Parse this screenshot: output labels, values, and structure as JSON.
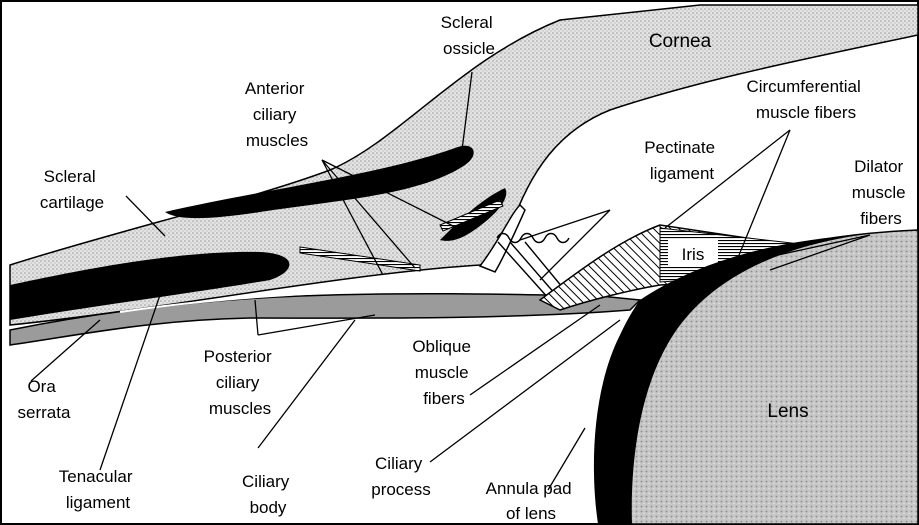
{
  "labels": {
    "scleral_ossicle": [
      "Scleral",
      "ossicle"
    ],
    "cornea": [
      "Cornea"
    ],
    "anterior_ciliary_muscles": [
      "Anterior",
      "ciliary",
      "muscles"
    ],
    "circumferential_muscle_fibers": [
      "Circumferential",
      "muscle fibers"
    ],
    "pectinate_ligament": [
      "Pectinate",
      "ligament"
    ],
    "dilator_muscle_fibers": [
      "Dilator",
      "muscle",
      "fibers"
    ],
    "scleral_cartilage": [
      "Scleral",
      "cartilage"
    ],
    "iris": [
      "Iris"
    ],
    "posterior_ciliary_muscles": [
      "Posterior",
      "ciliary",
      "muscles"
    ],
    "oblique_muscle_fibers": [
      "Oblique",
      "muscle",
      "fibers"
    ],
    "ora_serrata": [
      "Ora",
      "serrata"
    ],
    "lens": [
      "Lens"
    ],
    "tenacular_ligament": [
      "Tenacular",
      "ligament"
    ],
    "ciliary_body": [
      "Ciliary",
      "body"
    ],
    "ciliary_process": [
      "Ciliary",
      "process"
    ],
    "annula_pad_of_lens": [
      "Annula pad",
      "of lens"
    ]
  },
  "colors": {
    "stipple": "#d9d9d9",
    "stipple_dot": "#9a9a9a",
    "dark": "#000000",
    "line_fill": "#b5b5b5",
    "lens_fill": "#c8c8c8"
  }
}
